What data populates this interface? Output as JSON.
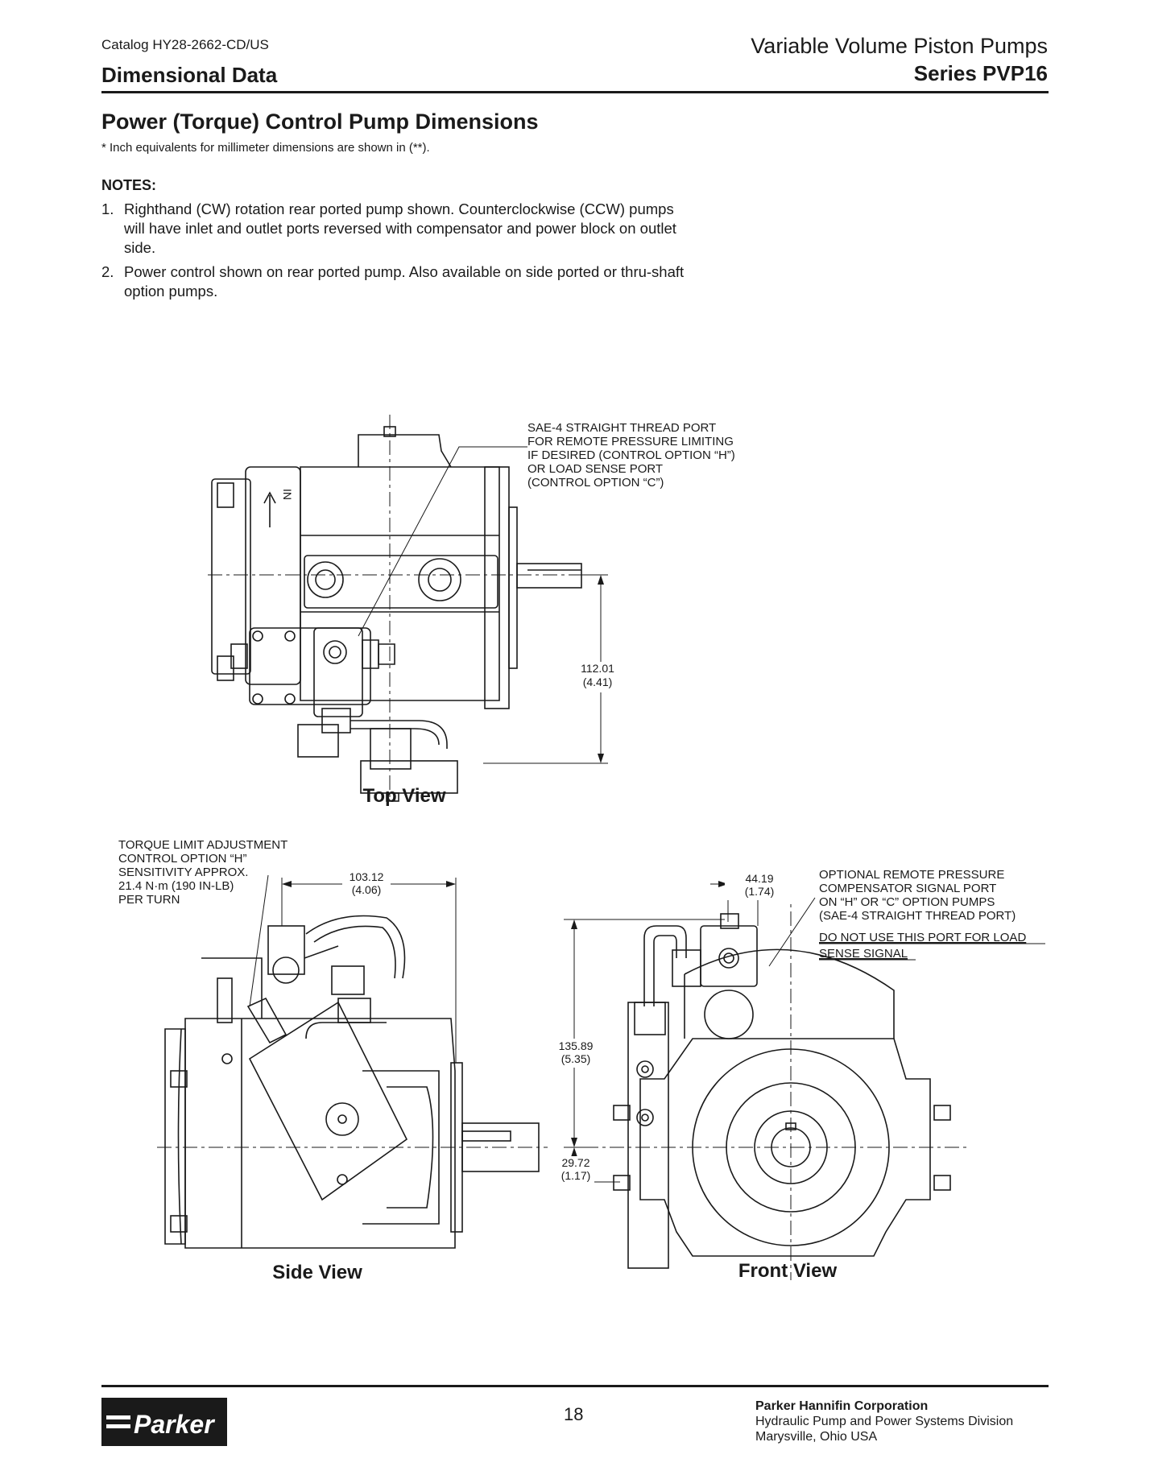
{
  "header": {
    "catalog": "Catalog HY28-2662-CD/US",
    "section": "Dimensional Data",
    "product": "Variable Volume Piston Pumps",
    "series": "Series PVP16"
  },
  "title": {
    "heading": "Power (Torque) Control Pump Dimensions",
    "subtitle": "* Inch equivalents for millimeter dimensions are shown in (**)."
  },
  "notes": {
    "heading": "NOTES:",
    "items": [
      {
        "num": "1.",
        "text": "Righthand (CW) rotation rear ported pump shown. Counterclockwise (CCW) pumps will have inlet and outlet ports reversed with compensator and power block on outlet side."
      },
      {
        "num": "2.",
        "text": "Power control shown on rear ported pump. Also available on side ported or thru-shaft option pumps."
      }
    ]
  },
  "top_view": {
    "label": "Top View",
    "callout_lines": [
      "SAE-4 STRAIGHT THREAD PORT",
      "FOR REMOTE PRESSURE LIMITING",
      "IF DESIRED (CONTROL OPTION “H”)",
      "OR LOAD SENSE PORT",
      "(CONTROL OPTION “C”)"
    ],
    "dim_mm": "112.01",
    "dim_in": "(4.41)",
    "in_marking": "IN"
  },
  "side_view": {
    "label": "Side View",
    "callout_lines": [
      "TORQUE LIMIT ADJUSTMENT",
      "CONTROL OPTION “H”",
      "SENSITIVITY APPROX.",
      "21.4 N·m (190 IN-LB)",
      "PER TURN"
    ],
    "dim_mm": "103.12",
    "dim_in": "(4.06)"
  },
  "front_view": {
    "label": "Front View",
    "callout_lines": [
      "OPTIONAL REMOTE PRESSURE",
      "COMPENSATOR SIGNAL PORT",
      "ON “H” OR “C” OPTION PUMPS",
      "(SAE-4 STRAIGHT THREAD PORT)"
    ],
    "warning_lines": [
      "DO NOT USE THIS PORT FOR LOAD",
      "SENSE SIGNAL"
    ],
    "dim_top_mm": "44.19",
    "dim_top_in": "(1.74)",
    "dim_height_mm": "135.89",
    "dim_height_in": "(5.35)",
    "dim_low_mm": "29.72",
    "dim_low_in": "(1.17)"
  },
  "footer": {
    "page": "18",
    "logo_text": "Parker",
    "corp_name": "Parker Hannifin Corporation",
    "division": "Hydraulic Pump and Power Systems Division",
    "location": "Marysville, Ohio USA"
  }
}
